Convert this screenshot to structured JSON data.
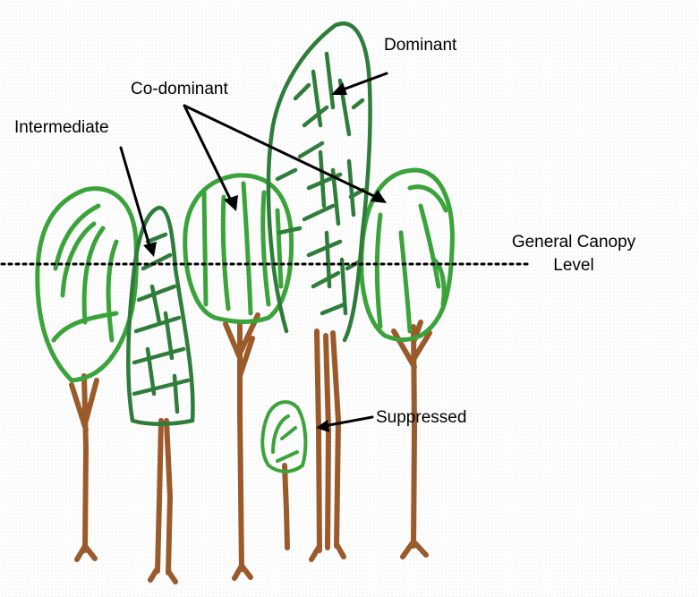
{
  "labels": {
    "dominant": "Dominant",
    "codominant": "Co-dominant",
    "intermediate": "Intermediate",
    "suppressed": "Suppressed",
    "canopy_line1": "General Canopy",
    "canopy_line2": "Level"
  },
  "colors": {
    "background": "#ffffff",
    "broadleaf_crown": "#3aa33a",
    "conifer_crown": "#2f7d3a",
    "trunk": "#9a5a2a",
    "line": "#000000"
  }
}
